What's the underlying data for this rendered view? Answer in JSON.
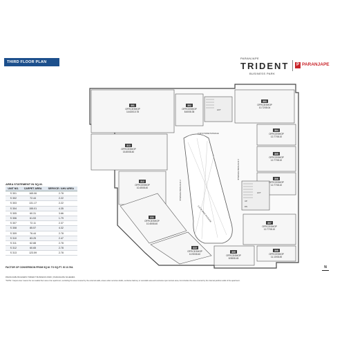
{
  "header": {
    "plan_title": "THIRD FLOOR PLAN",
    "brand_prefix": "PARANJAPE",
    "brand_name": "TRIDENT",
    "brand_sub": "BUSINESS PARK",
    "logo_letter": "P",
    "logo_text": "PARANJAPE"
  },
  "area_statement": {
    "title": "AREA STATEMENT IN SQ.M.",
    "columns": [
      "UNIT NO.",
      "CARPET AREA",
      "SERVICE / AHU AREA"
    ],
    "rows": [
      [
        "S 301",
        "165.06",
        "2.78"
      ],
      [
        "S 302",
        "72.44",
        "2.22"
      ],
      [
        "S 303",
        "131.17",
        "2.22"
      ],
      [
        "S 304",
        "155.01",
        "4.35"
      ],
      [
        "S 305",
        "60.31",
        "3.66"
      ],
      [
        "S 306",
        "61.53",
        "1.79"
      ],
      [
        "S 307",
        "72.11",
        "2.37"
      ],
      [
        "S 308",
        "85.57",
        "4.32"
      ],
      [
        "S 309",
        "76.44",
        "2.78"
      ],
      [
        "S 310",
        "83.25",
        "2.47"
      ],
      [
        "S 311",
        "62.88",
        "2.78"
      ],
      [
        "S 312",
        "60.65",
        "2.78"
      ],
      [
        "S 313",
        "123.59",
        "2.78"
      ]
    ],
    "note": "FACTOR OF CONVERSION FROM SQ.M. TO SQ.FT. IS 10.764."
  },
  "plan": {
    "units": [
      {
        "num": "301",
        "label": "OFFICE/SHOP",
        "area": "14.63X10.78"
      },
      {
        "num": "302",
        "label": "OFFICE/SHOP",
        "area": "8.60X8.35"
      },
      {
        "num": "303",
        "label": "OFFICE/SHOP",
        "area": "10.72X8.04"
      },
      {
        "num": "304",
        "label": "OFFICE/SHOP",
        "area": "12.77X8.10"
      },
      {
        "num": "305",
        "label": "OFFICE/SHOP",
        "area": "12.77X8.10"
      },
      {
        "num": "306",
        "label": "OFFICE/SHOP",
        "area": "12.77X8.10"
      },
      {
        "num": "307",
        "label": "OFFICE/SHOP",
        "area": "12.77X8.10"
      },
      {
        "num": "308",
        "label": "OFFICE/SHOP",
        "area": "11.10X8.45"
      },
      {
        "num": "309",
        "label": "OFFICE/SHOP",
        "area": "8.98X8.45"
      },
      {
        "num": "310",
        "label": "OFFICE/SHOP",
        "area": "10.90X8.40"
      },
      {
        "num": "311",
        "label": "OFFICE/SHOP",
        "area": "10.45X8.40"
      },
      {
        "num": "312",
        "label": "OFFICE/SHOP",
        "area": "10.45X8.40"
      },
      {
        "num": "313",
        "label": "OFFICE/SHOP",
        "area": "15.80X8.40"
      }
    ],
    "passage_top": "2.40 M WIDE PASSAGE",
    "passage_left": "2.10 M WIDE PASSAGE",
    "passage_right": "2.40 M WIDE PASSAGE",
    "passage_diag": "2.10 M WIDE PASSAGE",
    "lift": "LIFT",
    "up": "UP",
    "dn": "DN",
    "north": "N"
  },
  "footer": {
    "line1": "PARANJAPE BUILDERS TRIDENT BUSINESS PARK | PARANJAPE SCHEMES",
    "line2": "*NOTE: 'Carpet area' means the net usable floor area of an apartment, excluding the area covered by the external walls, areas under services shafts, exclusive balcony or verandah area and exclusive open terrace area, but includes the area covered by the internal partition walls of the apartment."
  },
  "colors": {
    "badge": "#1c4f8c",
    "unit_badge": "#3a3a3a",
    "logo": "#c9252b"
  }
}
